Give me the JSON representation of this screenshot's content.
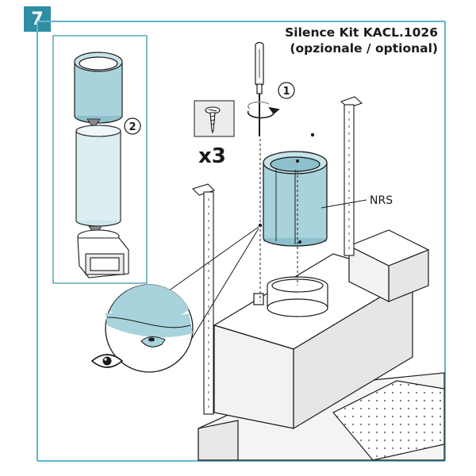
{
  "step": {
    "number": "7"
  },
  "kit": {
    "title": "Silence Kit KACL.1026",
    "subtitle": "(opzionale / optional)"
  },
  "callouts": {
    "screwdriver_step": "1",
    "inset_step": "2"
  },
  "screws": {
    "quantity": "x3"
  },
  "part_label": "NRS",
  "colors": {
    "frame": "#5fb8c8",
    "badge": "#2e8fa3",
    "part_fill": "#a9d3dc",
    "line": "#1a1a1a"
  },
  "icons": [
    "screw-icon",
    "screwdriver-icon",
    "rotate-arrow-icon",
    "eye-icon"
  ]
}
